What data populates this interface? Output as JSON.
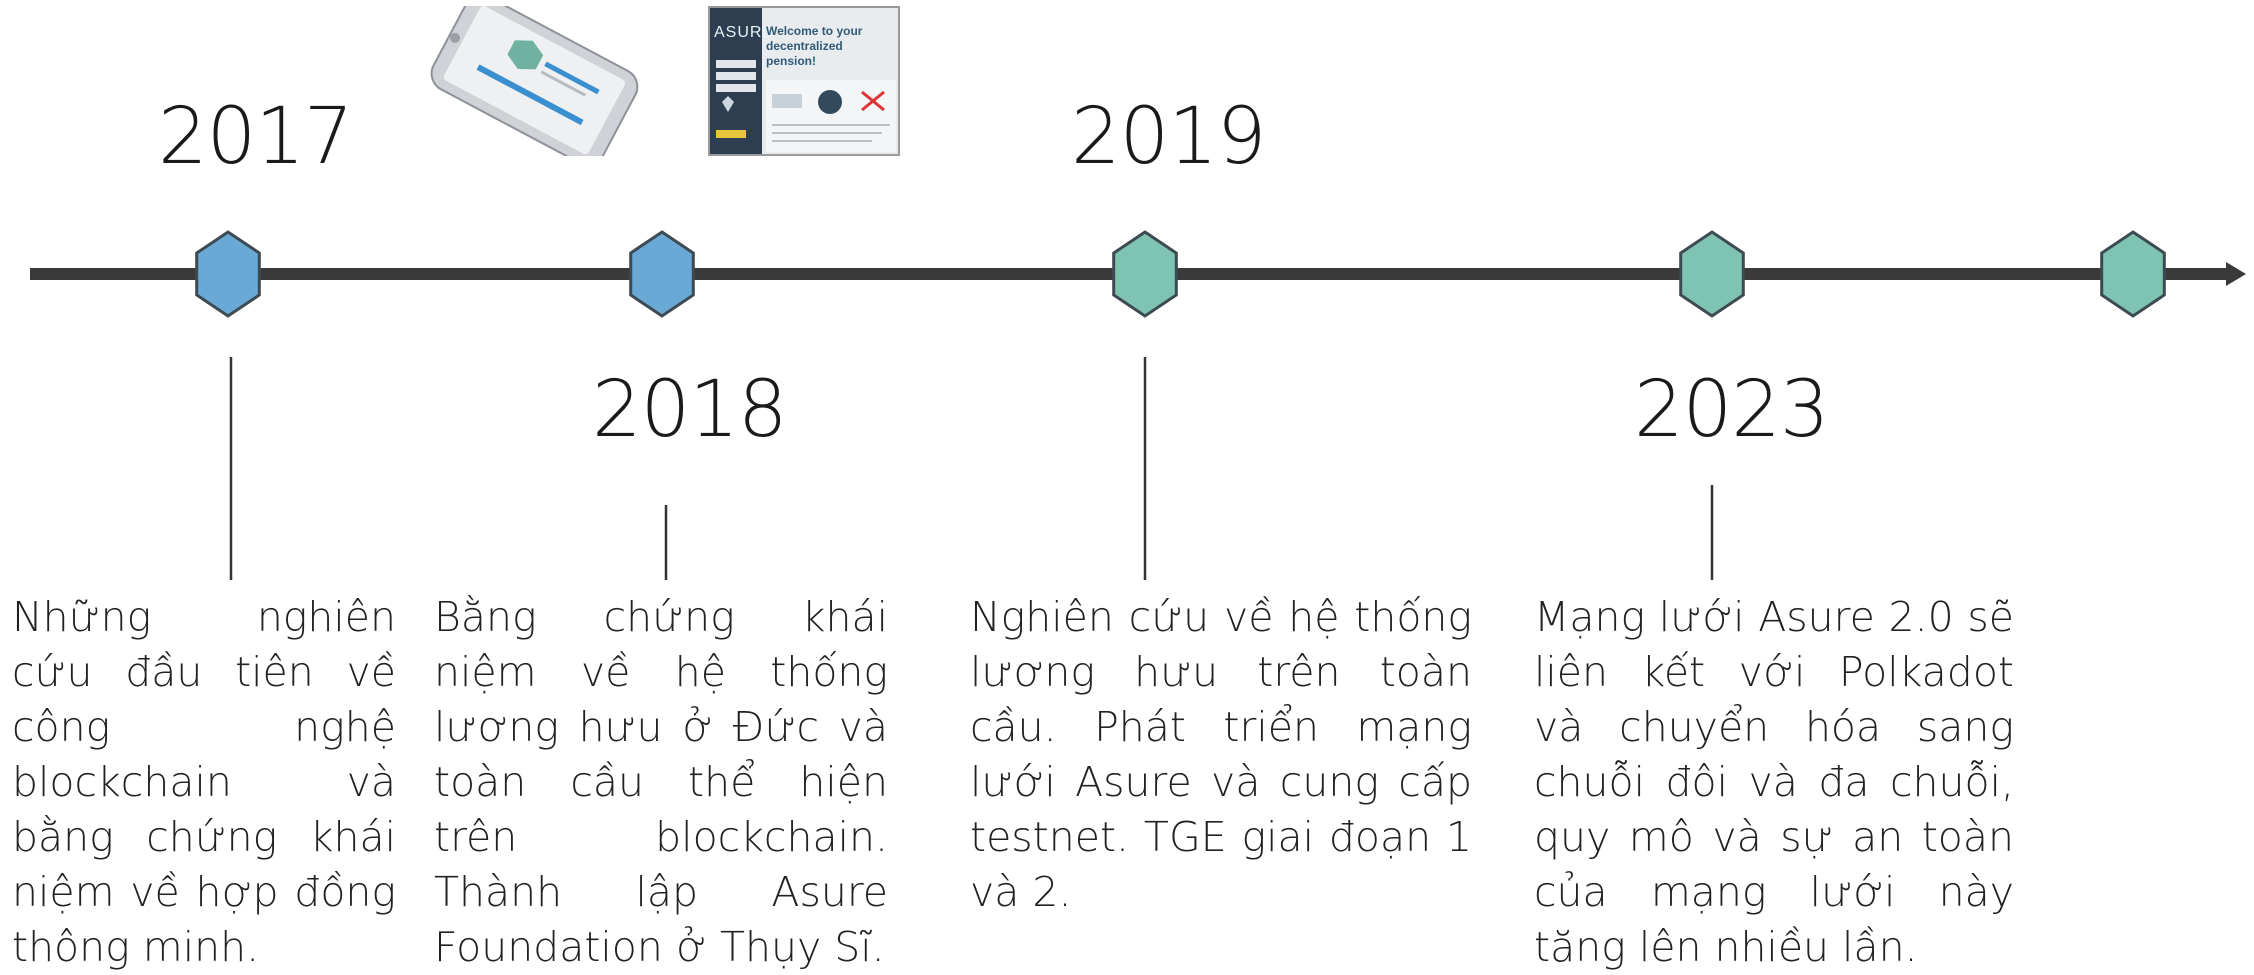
{
  "timeline": {
    "line_color": "#3a3a3a",
    "colors": {
      "blue": "#6aa8d6",
      "teal": "#7fc3b3",
      "stroke": "#3d4a52"
    },
    "milestones": [
      {
        "year": "2017",
        "node_color": "blue",
        "text": "Những nghiên cứu đầu tiên về công nghệ blockchain và bằng chứng khái niệm về hợp đồng thông minh."
      },
      {
        "year": "2018",
        "node_color": "blue",
        "text": "Bằng chứng khái niệm về hệ thống lương hưu ở Đức và toàn cầu thể hiện trên blockchain. Thành lập Asure Foundation ở Thụy Sĩ."
      },
      {
        "year": "2019",
        "node_color": "teal",
        "text": "Nghiên cứu về hệ thống lương hưu trên toàn cầu. Phát triển mạng lưới Asure và cung cấp testnet. TGE giai đoạn 1 và 2."
      },
      {
        "year": "2023",
        "node_color": "teal",
        "text": "Mạng lưới Asure 2.0 sẽ liên kết với Polkadot và chuyển hóa sang chuỗi đôi và đa chuỗi, quy mô và sự an toàn của mạng lưới này tăng lên nhiều lần."
      },
      {
        "node_color": "teal"
      }
    ]
  },
  "images": {
    "screenshot_logo": "ASURE",
    "screenshot_title": "Welcome to your decentralized pension!"
  }
}
